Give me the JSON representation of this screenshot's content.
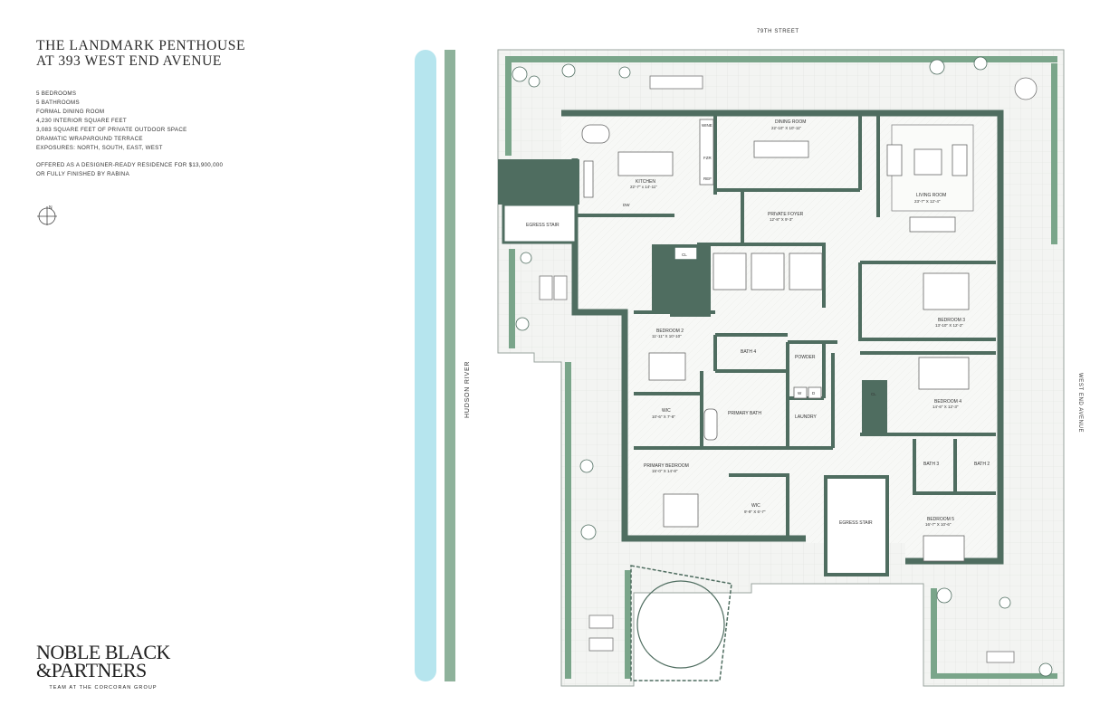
{
  "header": {
    "title_line1": "THE LANDMARK PENTHOUSE",
    "title_line2": "AT 393 WEST END AVENUE"
  },
  "features": [
    "5 BEDROOMS",
    "5 BATHROOMS",
    "FORMAL DINING ROOM",
    "4,230 INTERIOR SQUARE FEET",
    "3,083 SQUARE FEET OF PRIVATE OUTDOOR SPACE",
    "DRAMATIC WRAPAROUND TERRACE",
    "EXPOSURES: NORTH, SOUTH, EAST, WEST"
  ],
  "offer": {
    "line1": "OFFERED AS A DESIGNER-READY RESIDENCE FOR $13,900,000",
    "line2": "OR FULLY FINISHED BY RABINA"
  },
  "compass": {
    "label": "N"
  },
  "streets": {
    "north": "79TH STREET",
    "east": "WEST END AVENUE",
    "river": "HUDSON RIVER"
  },
  "rooms": {
    "kitchen": {
      "name": "KITCHEN",
      "dims": "22'-7\" x 14'-11\""
    },
    "dining": {
      "name": "DINING ROOM",
      "dims": "22'-10\" X 10'-11\""
    },
    "living": {
      "name": "LIVING ROOM",
      "dims": "23'-7\" X 12'-4\""
    },
    "foyer": {
      "name": "PRIVATE FOYER",
      "dims": "12'-8\" X 9'-3\""
    },
    "egress_west": {
      "name": "EGRESS STAIR"
    },
    "egress_south": {
      "name": "EGRESS STAIR"
    },
    "bedroom2": {
      "name": "BEDROOM 2",
      "dims": "11'-11\" X 10'-10\""
    },
    "bedroom3": {
      "name": "BEDROOM 3",
      "dims": "13'-10\" X 12'-2\""
    },
    "bedroom4": {
      "name": "BEDROOM 4",
      "dims": "14'-6\" X 12'-3\""
    },
    "bedroom5": {
      "name": "BEDROOM 5",
      "dims": "16'-7\" X 10'-6\""
    },
    "primary_bedroom": {
      "name": "PRIMARY BEDROOM",
      "dims": "15'-0\" X 14'-8\""
    },
    "primary_bath": {
      "name": "PRIMARY BATH"
    },
    "wic1": {
      "name": "WIC",
      "dims": "10'-6\" X 7'-8\""
    },
    "wic2": {
      "name": "WIC",
      "dims": "9'-9\" X 6'-7\""
    },
    "bath2": {
      "name": "BATH 2"
    },
    "bath3": {
      "name": "BATH 3"
    },
    "bath4": {
      "name": "BATH 4"
    },
    "powder": {
      "name": "POWDER"
    },
    "laundry": {
      "name": "LAUNDRY"
    }
  },
  "fixtures": {
    "wine": "WINE",
    "fzr": "FZR",
    "ref": "REF",
    "dw": "DW",
    "cl": "CL",
    "w": "W",
    "d": "D"
  },
  "logo": {
    "line1": "NOBLE BLACK",
    "line2": "&PARTNERS",
    "subtitle": "TEAM AT THE CORCORAN GROUP"
  },
  "colors": {
    "wall": "#4f6d60",
    "river": "#b6e5ee",
    "planting": "#7aa58a",
    "floor": "#f6f7f5",
    "paving": "#eef0ed"
  }
}
